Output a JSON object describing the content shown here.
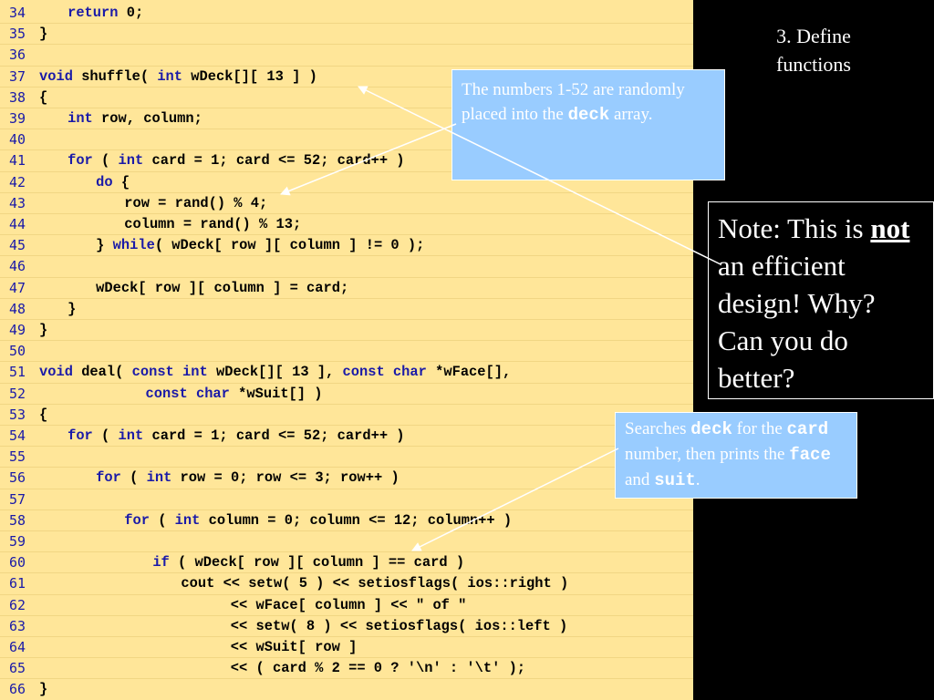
{
  "code": {
    "lines": [
      {
        "n": "34",
        "indent": 4,
        "tokens": [
          {
            "t": "return",
            "k": "kw"
          },
          {
            "t": " 0;",
            "k": "tx"
          }
        ]
      },
      {
        "n": "35",
        "indent": 0,
        "tokens": [
          {
            "t": "}",
            "k": "tx"
          }
        ]
      },
      {
        "n": "36",
        "indent": 0,
        "tokens": []
      },
      {
        "n": "37",
        "indent": 0,
        "tokens": [
          {
            "t": "void",
            "k": "kw"
          },
          {
            "t": " shuffle( ",
            "k": "tx"
          },
          {
            "t": "int",
            "k": "kw"
          },
          {
            "t": " wDeck[][ 13 ] )",
            "k": "tx"
          }
        ]
      },
      {
        "n": "38",
        "indent": 0,
        "tokens": [
          {
            "t": "{",
            "k": "tx"
          }
        ]
      },
      {
        "n": "39",
        "indent": 4,
        "tokens": [
          {
            "t": "int",
            "k": "kw"
          },
          {
            "t": " row, column;",
            "k": "tx"
          }
        ]
      },
      {
        "n": "40",
        "indent": 0,
        "tokens": []
      },
      {
        "n": "41",
        "indent": 4,
        "tokens": [
          {
            "t": "for",
            "k": "kw"
          },
          {
            "t": " ( ",
            "k": "tx"
          },
          {
            "t": "int",
            "k": "kw"
          },
          {
            "t": " card = 1; card <= 52; card++ )",
            "k": "tx"
          }
        ]
      },
      {
        "n": "42",
        "indent": 8,
        "tokens": [
          {
            "t": "do",
            "k": "kw"
          },
          {
            "t": " {",
            "k": "tx"
          }
        ]
      },
      {
        "n": "43",
        "indent": 12,
        "tokens": [
          {
            "t": "row = rand() % 4;",
            "k": "tx"
          }
        ]
      },
      {
        "n": "44",
        "indent": 12,
        "tokens": [
          {
            "t": "column = rand() % 13;",
            "k": "tx"
          }
        ]
      },
      {
        "n": "45",
        "indent": 8,
        "tokens": [
          {
            "t": "} ",
            "k": "tx"
          },
          {
            "t": "while",
            "k": "kw"
          },
          {
            "t": "( wDeck[ row ][ column ] != 0 );",
            "k": "tx"
          }
        ]
      },
      {
        "n": "46",
        "indent": 0,
        "tokens": []
      },
      {
        "n": "47",
        "indent": 8,
        "tokens": [
          {
            "t": "wDeck[ row ][ column ] = card;",
            "k": "tx"
          }
        ]
      },
      {
        "n": "48",
        "indent": 4,
        "tokens": [
          {
            "t": "}",
            "k": "tx"
          }
        ]
      },
      {
        "n": "49",
        "indent": 0,
        "tokens": [
          {
            "t": "}",
            "k": "tx"
          }
        ]
      },
      {
        "n": "50",
        "indent": 0,
        "tokens": []
      },
      {
        "n": "51",
        "indent": 0,
        "tokens": [
          {
            "t": "void",
            "k": "kw"
          },
          {
            "t": " deal( ",
            "k": "tx"
          },
          {
            "t": "const int",
            "k": "kw"
          },
          {
            "t": " wDeck[][ 13 ], ",
            "k": "tx"
          },
          {
            "t": "const char",
            "k": "kw"
          },
          {
            "t": " *wFace[],",
            "k": "tx"
          }
        ]
      },
      {
        "n": "52",
        "indent": 15,
        "tokens": [
          {
            "t": "const char",
            "k": "kw"
          },
          {
            "t": " *wSuit[] )",
            "k": "tx"
          }
        ]
      },
      {
        "n": "53",
        "indent": 0,
        "tokens": [
          {
            "t": "{",
            "k": "tx"
          }
        ]
      },
      {
        "n": "54",
        "indent": 4,
        "tokens": [
          {
            "t": "for",
            "k": "kw"
          },
          {
            "t": " ( ",
            "k": "tx"
          },
          {
            "t": "int",
            "k": "kw"
          },
          {
            "t": " card = 1; card <= 52; card++ )",
            "k": "tx"
          }
        ]
      },
      {
        "n": "55",
        "indent": 0,
        "tokens": []
      },
      {
        "n": "56",
        "indent": 8,
        "tokens": [
          {
            "t": "for",
            "k": "kw"
          },
          {
            "t": " ( ",
            "k": "tx"
          },
          {
            "t": "int",
            "k": "kw"
          },
          {
            "t": " row = 0; row <= 3; row++ )",
            "k": "tx"
          }
        ]
      },
      {
        "n": "57",
        "indent": 0,
        "tokens": []
      },
      {
        "n": "58",
        "indent": 12,
        "tokens": [
          {
            "t": "for",
            "k": "kw"
          },
          {
            "t": " ( ",
            "k": "tx"
          },
          {
            "t": "int",
            "k": "kw"
          },
          {
            "t": " column = 0; column <= 12; column++ )",
            "k": "tx"
          }
        ]
      },
      {
        "n": "59",
        "indent": 0,
        "tokens": []
      },
      {
        "n": "60",
        "indent": 16,
        "tokens": [
          {
            "t": "if",
            "k": "kw"
          },
          {
            "t": " ( wDeck[ row ][ column ] == card )",
            "k": "tx"
          }
        ]
      },
      {
        "n": "61",
        "indent": 20,
        "tokens": [
          {
            "t": "cout << setw( 5 ) << setiosflags( ios::right )",
            "k": "tx"
          }
        ]
      },
      {
        "n": "62",
        "indent": 27,
        "tokens": [
          {
            "t": "<< wFace[ column ] << \" of \"",
            "k": "tx"
          }
        ]
      },
      {
        "n": "63",
        "indent": 27,
        "tokens": [
          {
            "t": "<< setw( 8 ) << setiosflags( ios::left )",
            "k": "tx"
          }
        ]
      },
      {
        "n": "64",
        "indent": 27,
        "tokens": [
          {
            "t": "<< wSuit[ row ]",
            "k": "tx"
          }
        ]
      },
      {
        "n": "65",
        "indent": 27,
        "tokens": [
          {
            "t": "<< ( card % 2 == 0 ? '\\n' : '\\t' );",
            "k": "tx"
          }
        ]
      },
      {
        "n": "66",
        "indent": 0,
        "tokens": [
          {
            "t": "}",
            "k": "tx"
          }
        ]
      }
    ]
  },
  "section_title": {
    "line1": "3.  Define",
    "line2": "functions"
  },
  "callouts": {
    "deck": {
      "text1": "The numbers 1-52 are randomly placed into the ",
      "code1": "deck",
      "text2": " array."
    },
    "search": {
      "text1": "Searches ",
      "code1": "deck",
      "text2": " for the ",
      "code2": "card",
      "text3": " number, then prints the ",
      "code3": "face",
      "text4": " and ",
      "code4": "suit",
      "text5": "."
    }
  },
  "note": {
    "prefix": "Note: This is ",
    "emphasis": "not",
    "suffix": " an efficient design! Why? Can you do better?"
  },
  "colors": {
    "code_background": "#ffe699",
    "keyword": "#1a1aa8",
    "callout_fill": "#99ccff",
    "slide_background": "#000000",
    "text_white": "#ffffff"
  }
}
